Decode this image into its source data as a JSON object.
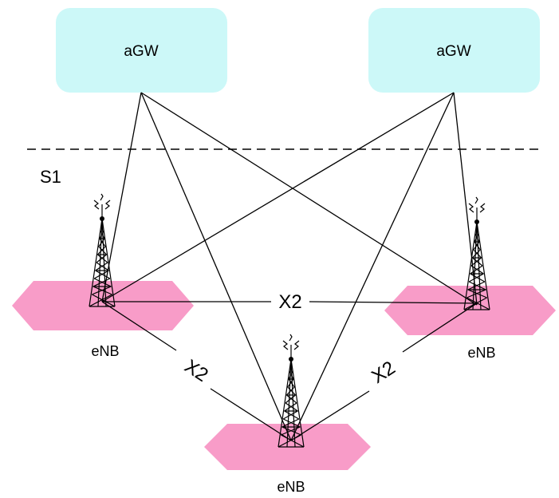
{
  "gateways": [
    {
      "label": "aGW"
    },
    {
      "label": "aGW"
    }
  ],
  "interface_s1": {
    "label": "S1"
  },
  "enbs": [
    {
      "label": "eNB"
    },
    {
      "label": "eNB"
    },
    {
      "label": "eNB"
    }
  ],
  "x2_links": [
    {
      "label": "X2"
    },
    {
      "label": "X2"
    },
    {
      "label": "X2"
    }
  ],
  "colors": {
    "gateway_fill": "#ccf8f8",
    "cell_fill": "#f89cc8",
    "line": "#000000"
  }
}
